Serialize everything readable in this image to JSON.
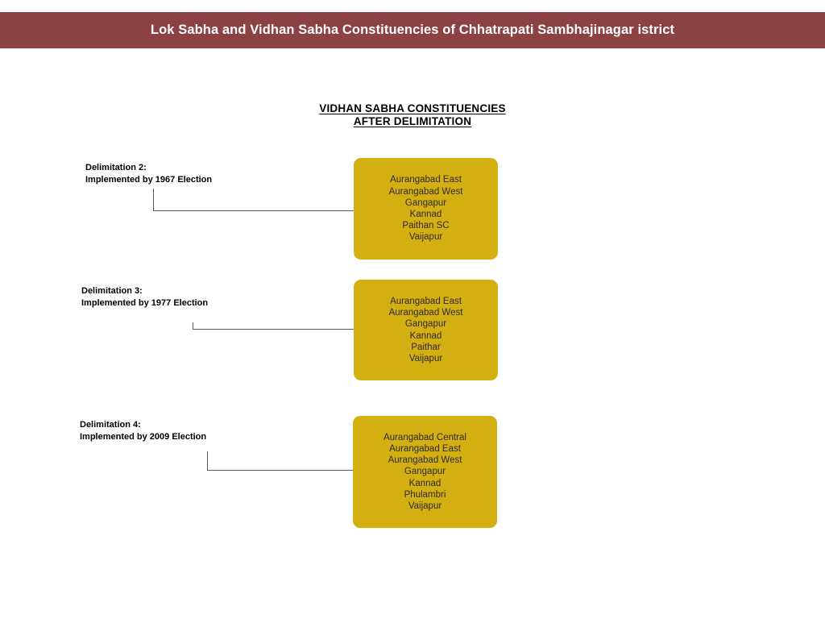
{
  "header": {
    "title": "Lok Sabha and Vidhan Sabha Constituencies of Chhatrapati Sambhajinagar istrict",
    "bar_color": "#8C4142",
    "text_color": "#FFFFFF"
  },
  "section": {
    "heading_line1": "VIDHAN SABHA CONSTITUENCIES",
    "heading_line2": "AFTER DELIMITATION"
  },
  "theme": {
    "box_fill": "#D4AF11",
    "box_text": "#2B2B2B",
    "connector_color": "#5A5A5A",
    "page_background": "#FFFFFF"
  },
  "rows": [
    {
      "label_line1": "Delimitation 2:",
      "label_line2": "Implemented by 1967 Election",
      "constituencies": [
        "Aurangabad East",
        "Aurangabad West",
        "Gangapur",
        "Kannad",
        "Paithan SC",
        "Vaijapur"
      ]
    },
    {
      "label_line1": "Delimitation 3:",
      "label_line2": "Implemented by 1977 Election",
      "constituencies": [
        "Aurangabad East",
        "Aurangabad West",
        "Gangapur",
        "Kannad",
        "Paithar",
        "Vaijapur"
      ]
    },
    {
      "label_line1": "Delimitation 4:",
      "label_line2": "Implemented by 2009 Election",
      "constituencies": [
        "Aurangabad Central",
        "Aurangabad East",
        "Aurangabad West",
        "Gangapur",
        "Kannad",
        "Phulambri",
        "Vaijapur"
      ]
    }
  ]
}
